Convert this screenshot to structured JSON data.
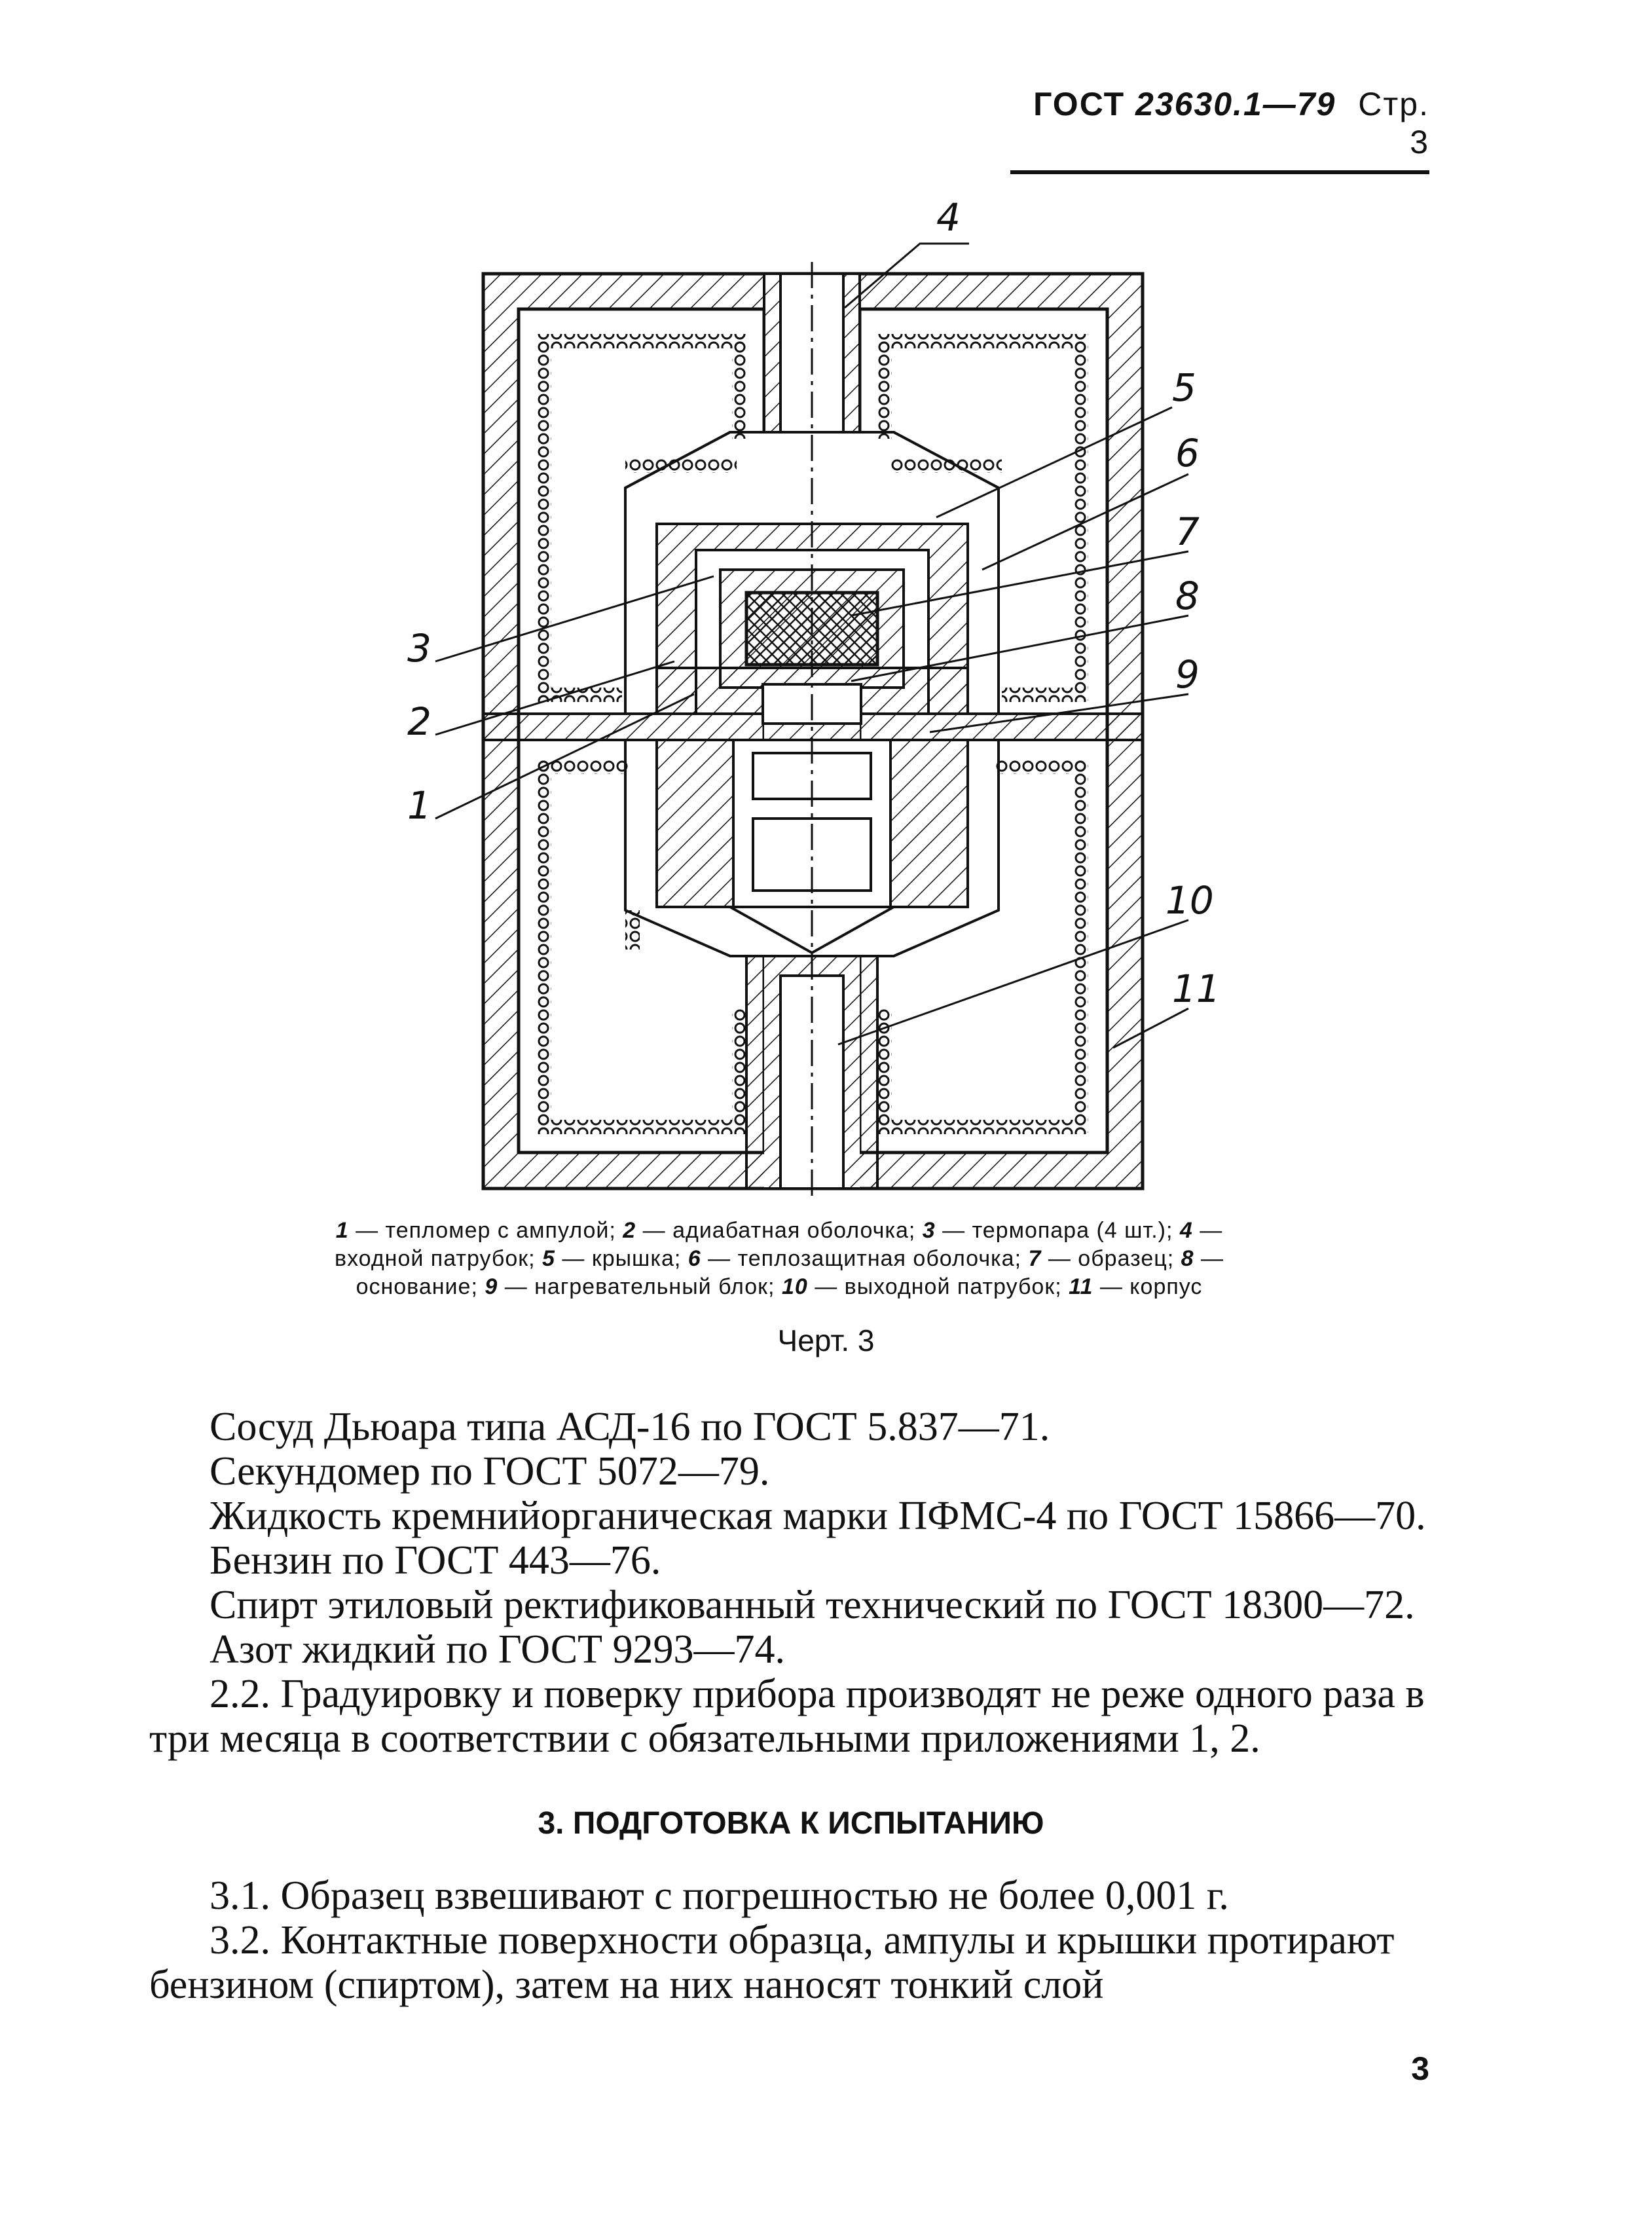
{
  "header": {
    "standard": "ГОСТ",
    "number": "23630.1—79",
    "page_label": "Стр. 3"
  },
  "figure": {
    "labels": [
      "1",
      "2",
      "3",
      "4",
      "5",
      "6",
      "7",
      "8",
      "9",
      "10",
      "11"
    ],
    "caption": [
      {
        "num": "1",
        "text": " — тепломер с ампулой; "
      },
      {
        "num": "2",
        "text": " — адиабатная оболочка; "
      },
      {
        "num": "3",
        "text": " — термопара (4 шт.); "
      },
      {
        "num": "4",
        "text": " — входной патрубок; "
      },
      {
        "num": "5",
        "text": " — крышка; "
      },
      {
        "num": "6",
        "text": " — теплозащитная оболочка; "
      },
      {
        "num": "7",
        "text": " — образец; "
      },
      {
        "num": "8",
        "text": " — основание; "
      },
      {
        "num": "9",
        "text": " — нагревательный блок; "
      },
      {
        "num": "10",
        "text": " — выходной патрубок; "
      },
      {
        "num": "11",
        "text": " — корпус"
      }
    ],
    "title": "Черт. 3"
  },
  "body": {
    "lines": [
      "Сосуд Дьюара типа АСД-16 по ГОСТ 5.837—71.",
      "Секундомер по ГОСТ 5072—79.",
      "Жидкость кремнийорганическая марки ПФМС-4 по ГОСТ 15866—70.",
      "Бензин по ГОСТ 443—76.",
      "Спирт этиловый ректификованный технический по ГОСТ 18300—72.",
      "Азот жидкий по ГОСТ 9293—74.",
      "2.2. Градуировку и поверку прибора производят не реже одного раза в три месяца в соответствии с обязательными приложениями 1, 2."
    ],
    "section_title": "3. ПОДГОТОВКА К ИСПЫТАНИЮ",
    "after": [
      "3.1. Образец взвешивают с погрешностью не более 0,001 г.",
      "3.2. Контактные поверхности образца, ампулы и крышки протирают бензином (спиртом), затем на них наносят тонкий слой"
    ]
  },
  "page_number": "3"
}
